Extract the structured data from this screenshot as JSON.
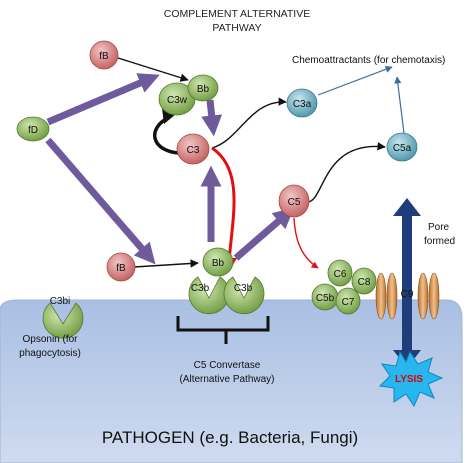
{
  "title": {
    "line1": "COMPLEMENT ALTERNATIVE",
    "line2": "PATHWAY"
  },
  "labels": {
    "chemoattractants": "Chemoattractants (for chemotaxis)",
    "pore_line1": "Pore",
    "pore_line2": "formed",
    "opsonin_line1": "Opsonin (for",
    "opsonin_line2": "phagocytosis)",
    "convertase_line1": "C5 Convertase",
    "convertase_line2": "(Alternative Pathway)",
    "pathogen": "PATHOGEN (e.g. Bacteria, Fungi)",
    "lysis": "LYSIS"
  },
  "nodes": {
    "fB_top": "fB",
    "fD": "fD",
    "C3w": "C3w",
    "Bb_top": "Bb",
    "C3": "C3",
    "C3a": "C3a",
    "C5": "C5",
    "C5a": "C5a",
    "fB_bottom": "fB",
    "Bb_bottom": "Bb",
    "C3b_left": "C3b",
    "C3b_right": "C3b",
    "C3bi": "C3bi",
    "C6": "C6",
    "C8": "C8",
    "C5b": "C5b",
    "C7": "C7",
    "C9": "C9"
  },
  "colors": {
    "red_node": "#c96a6a",
    "green_node": "#7aa64a",
    "teal_node": "#4f9aad",
    "purple_arrow": "#6f5a9c",
    "red_arrow": "#e01010",
    "pathogen_fill": "#b7c9e6",
    "pore_arrow": "#1f3d7a"
  }
}
